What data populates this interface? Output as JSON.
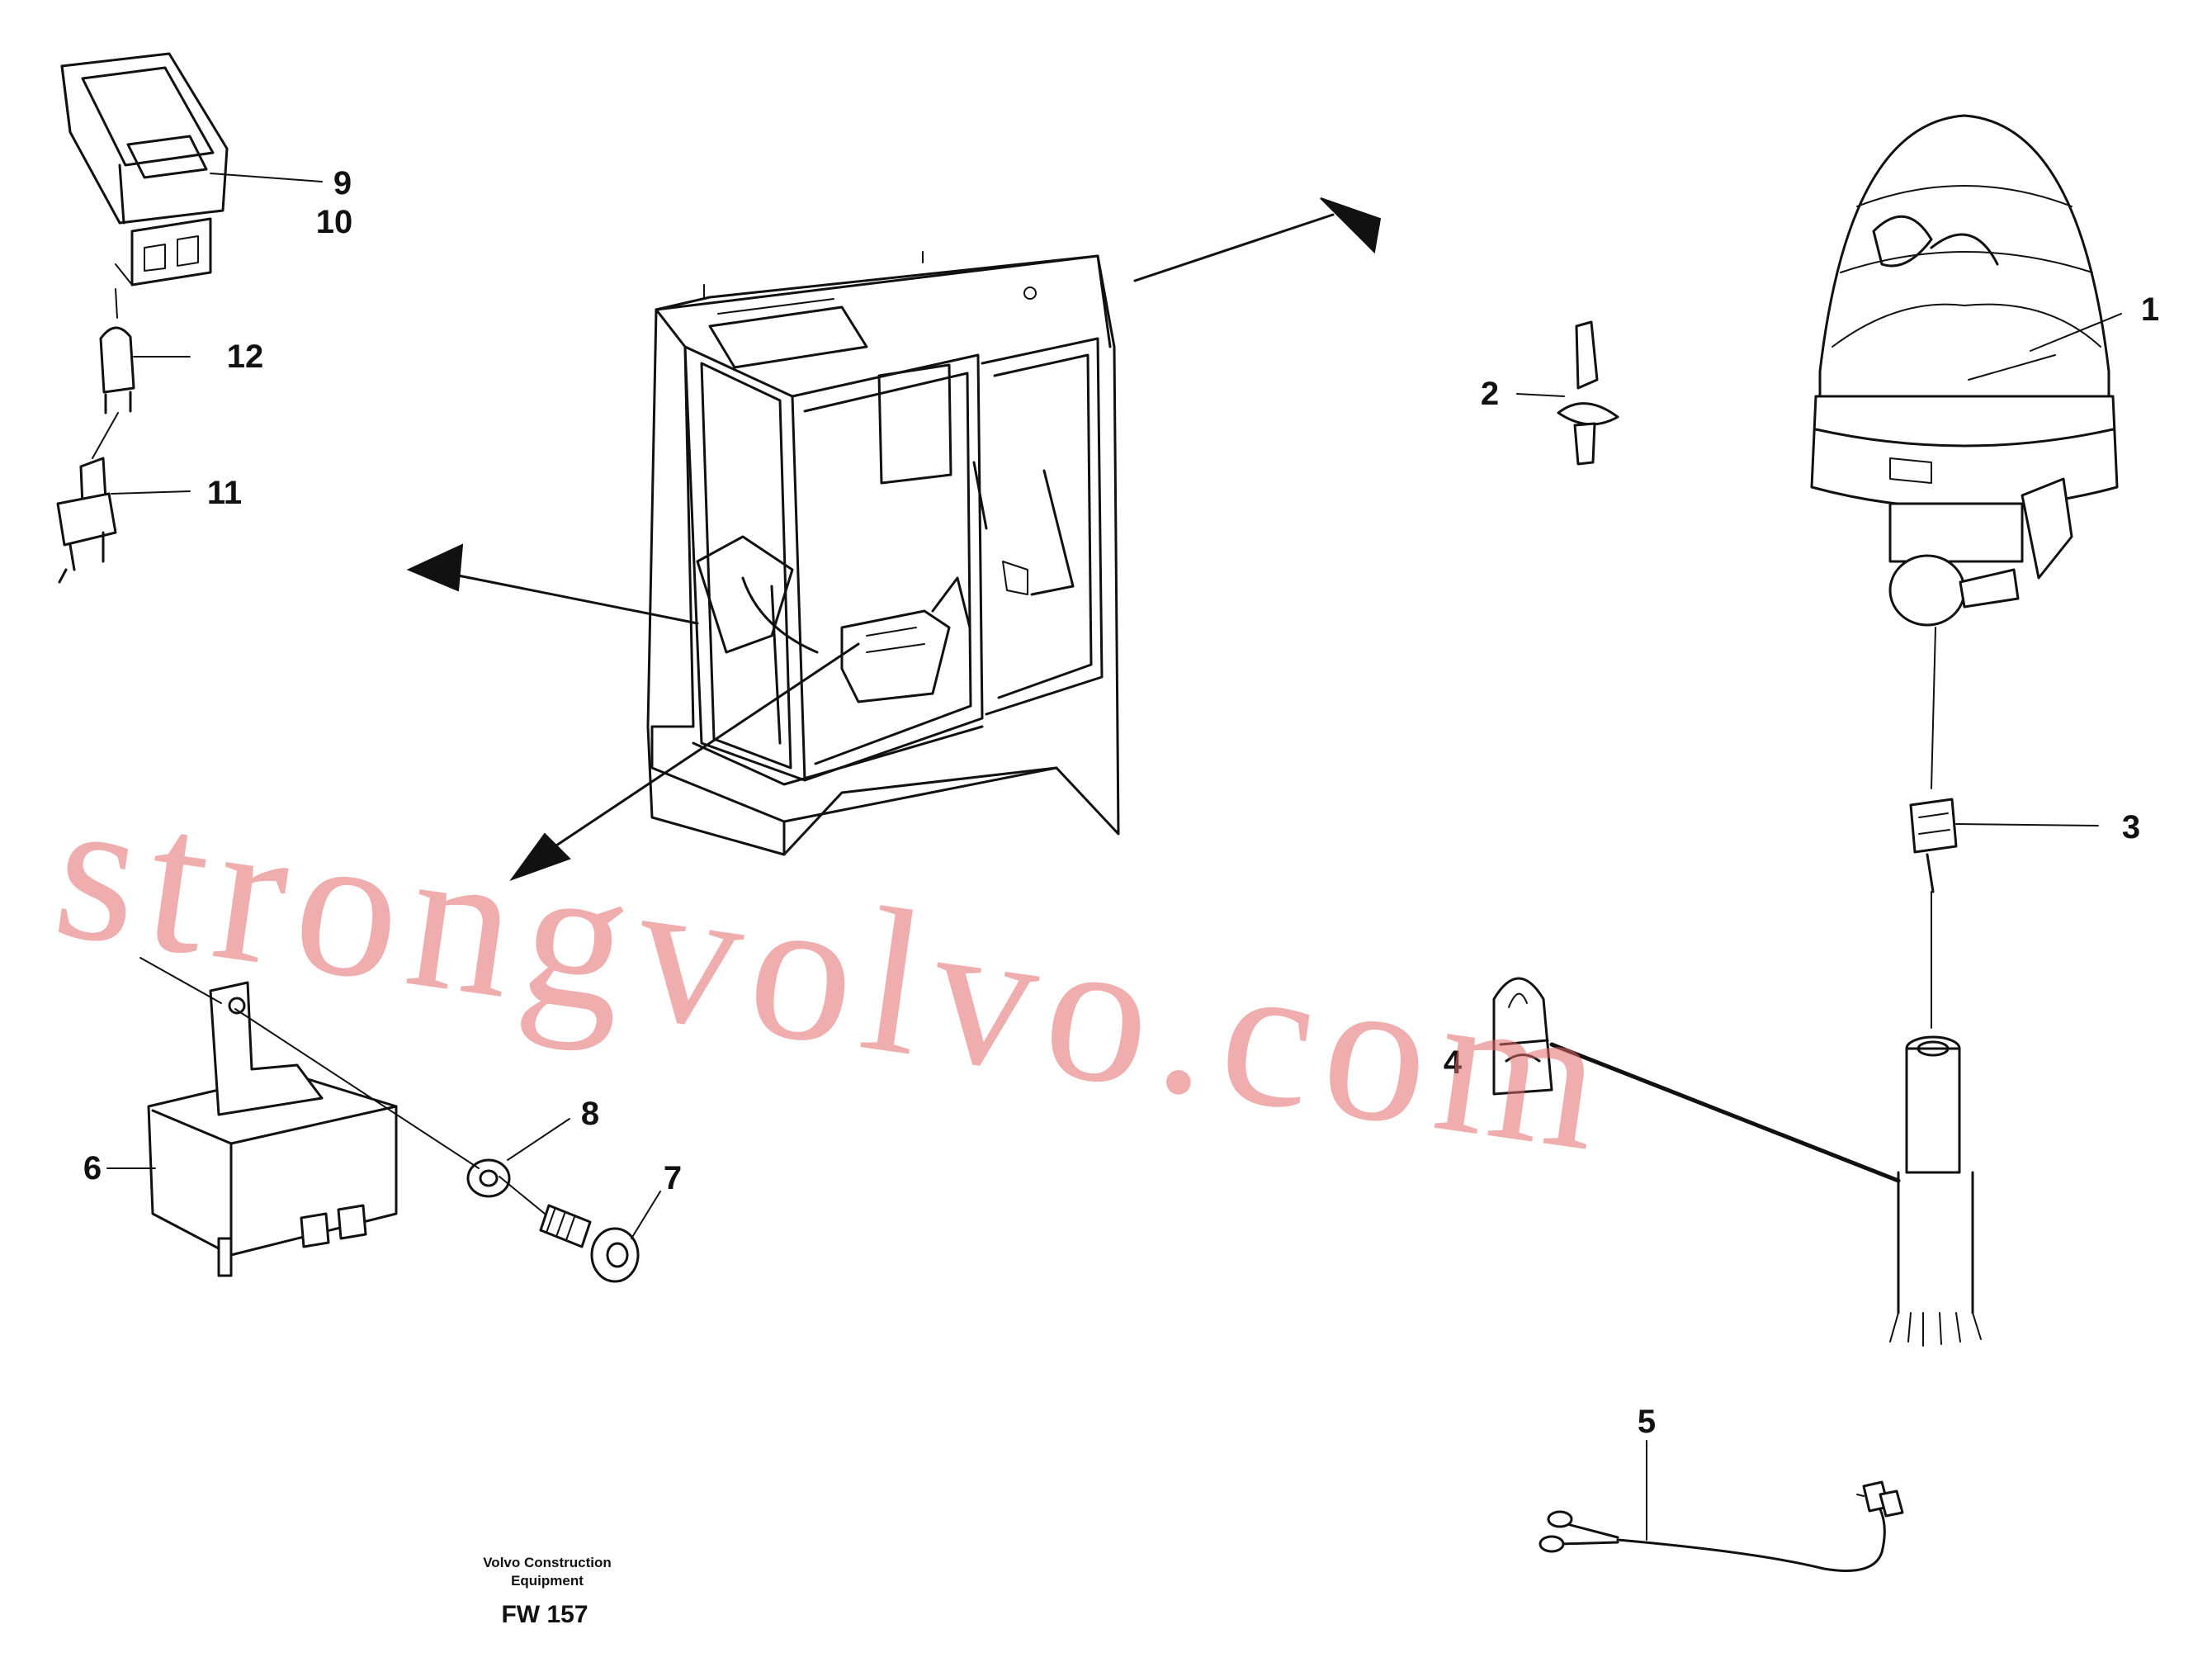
{
  "callouts": [
    "1",
    "2",
    "3",
    "4",
    "5",
    "6",
    "7",
    "8",
    "9",
    "10",
    "11",
    "12"
  ],
  "footer": {
    "line1": "Volvo Construction",
    "line2": "Equipment",
    "code": "FW 157"
  },
  "watermark": "strongvolvo.com",
  "colors": {
    "ink": "#111111",
    "watermark": "#e26a6a",
    "background": "#ffffff"
  }
}
